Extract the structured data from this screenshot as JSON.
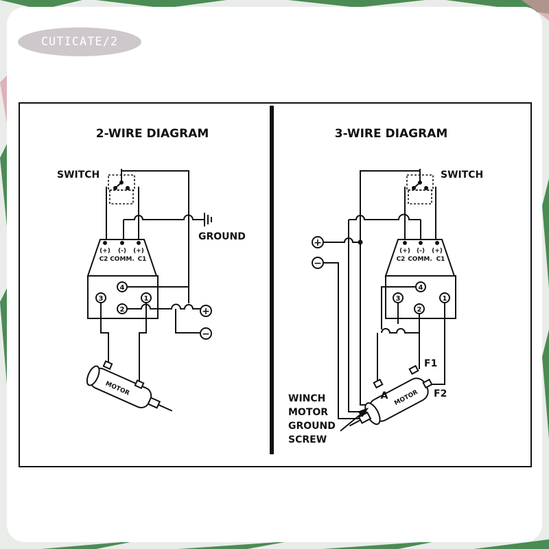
{
  "watermark": "CUTICATE/2",
  "left": {
    "title": "2-WIRE DIAGRAM",
    "switch_label": "SWITCH",
    "ground_label": "GROUND",
    "terminal_signs": [
      "(+)",
      "(-)",
      "(+)"
    ],
    "terminal_names": [
      "C2",
      "COMM.",
      "C1"
    ],
    "pin_numbers": [
      "4",
      "3",
      "1",
      "2"
    ],
    "plus": "+",
    "minus": "−",
    "motor_label": "MOTOR"
  },
  "right": {
    "title": "3-WIRE DIAGRAM",
    "switch_label": "SWITCH",
    "terminal_signs": [
      "(+)",
      "(-)",
      "(+)"
    ],
    "terminal_names": [
      "C2",
      "COMM.",
      "C1"
    ],
    "pin_numbers": [
      "4",
      "3",
      "1",
      "2"
    ],
    "plus": "+",
    "minus": "−",
    "motor_label": "MOTOR",
    "motor_terminals": [
      "A",
      "F1",
      "F2"
    ],
    "ground_screw_lines": [
      "WINCH",
      "MOTOR",
      "GROUND",
      "SCREW"
    ]
  }
}
